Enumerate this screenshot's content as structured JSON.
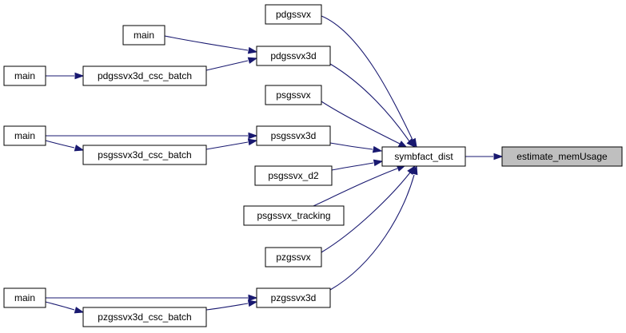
{
  "graph": {
    "nodes": [
      {
        "id": "estimate_memUsage",
        "label": "estimate_memUsage",
        "root": true
      },
      {
        "id": "symbfact_dist",
        "label": "symbfact_dist"
      },
      {
        "id": "pdgssvx",
        "label": "pdgssvx"
      },
      {
        "id": "pdgssvx3d",
        "label": "pdgssvx3d"
      },
      {
        "id": "psgssvx",
        "label": "psgssvx"
      },
      {
        "id": "psgssvx3d",
        "label": "psgssvx3d"
      },
      {
        "id": "psgssvx_d2",
        "label": "psgssvx_d2"
      },
      {
        "id": "psgssvx_tracking",
        "label": "psgssvx_tracking"
      },
      {
        "id": "pzgssvx",
        "label": "pzgssvx"
      },
      {
        "id": "pzgssvx3d",
        "label": "pzgssvx3d"
      },
      {
        "id": "pdgssvx3d_csc_batch",
        "label": "pdgssvx3d_csc_batch"
      },
      {
        "id": "psgssvx3d_csc_batch",
        "label": "psgssvx3d_csc_batch"
      },
      {
        "id": "pzgssvx3d_csc_batch",
        "label": "pzgssvx3d_csc_batch"
      },
      {
        "id": "main_1",
        "label": "main"
      },
      {
        "id": "main_2",
        "label": "main"
      },
      {
        "id": "main_3",
        "label": "main"
      },
      {
        "id": "main_4",
        "label": "main"
      }
    ],
    "edges": [
      {
        "from": "symbfact_dist",
        "to": "estimate_memUsage"
      },
      {
        "from": "pdgssvx",
        "to": "symbfact_dist"
      },
      {
        "from": "pdgssvx3d",
        "to": "symbfact_dist"
      },
      {
        "from": "psgssvx",
        "to": "symbfact_dist"
      },
      {
        "from": "psgssvx3d",
        "to": "symbfact_dist"
      },
      {
        "from": "psgssvx_d2",
        "to": "symbfact_dist"
      },
      {
        "from": "psgssvx_tracking",
        "to": "symbfact_dist"
      },
      {
        "from": "pzgssvx",
        "to": "symbfact_dist"
      },
      {
        "from": "pzgssvx3d",
        "to": "symbfact_dist"
      },
      {
        "from": "main_1",
        "to": "pdgssvx3d"
      },
      {
        "from": "pdgssvx3d_csc_batch",
        "to": "pdgssvx3d"
      },
      {
        "from": "main_2",
        "to": "pdgssvx3d_csc_batch"
      },
      {
        "from": "main_3",
        "to": "psgssvx3d"
      },
      {
        "from": "psgssvx3d_csc_batch",
        "to": "psgssvx3d"
      },
      {
        "from": "main_3",
        "to": "psgssvx3d_csc_batch"
      },
      {
        "from": "main_4",
        "to": "pzgssvx3d"
      },
      {
        "from": "pzgssvx3d_csc_batch",
        "to": "pzgssvx3d"
      },
      {
        "from": "main_4",
        "to": "pzgssvx3d_csc_batch"
      }
    ]
  }
}
